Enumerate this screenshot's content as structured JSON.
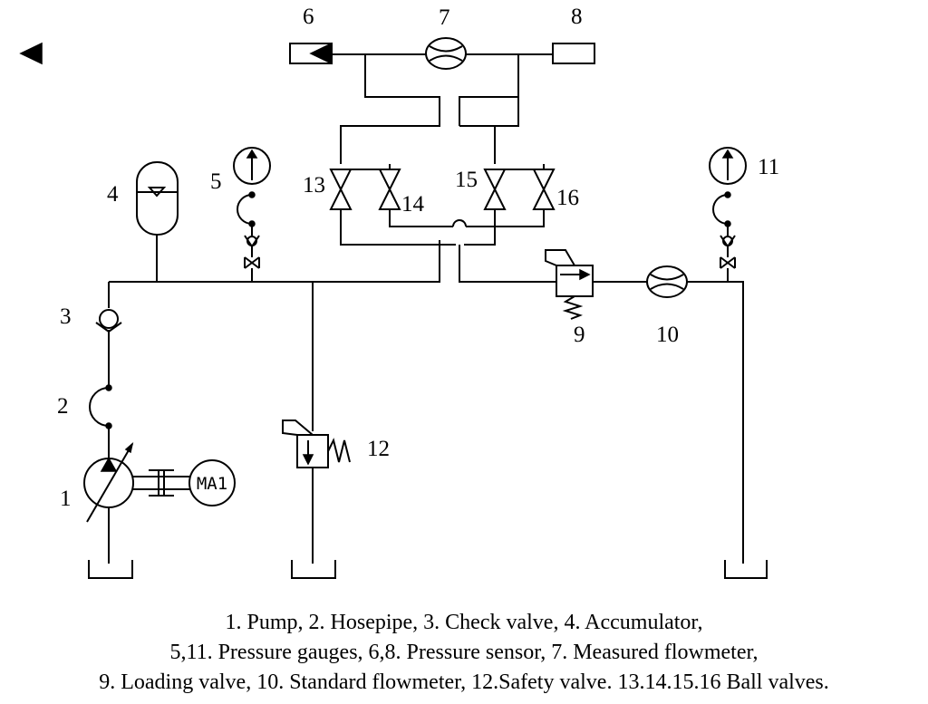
{
  "labels": {
    "pump": "1",
    "hosepipe": "2",
    "check_valve": "3",
    "accumulator": "4",
    "gauge_left": "5",
    "sensor_left": "6",
    "measured_flowmeter": "7",
    "sensor_right": "8",
    "loading_valve": "9",
    "standard_flowmeter": "10",
    "gauge_right": "11",
    "safety_valve": "12",
    "ball_valve_13": "13",
    "ball_valve_14": "14",
    "ball_valve_15": "15",
    "ball_valve_16": "16",
    "motor": "MA1"
  },
  "caption": {
    "line1": "1. Pump,  2. Hosepipe, 3. Check valve, 4. Accumulator,",
    "line2": "5,11. Pressure gauges,         6,8. Pressure sensor, 7. Measured flowmeter,",
    "line3": "9. Loading valve, 10. Standard flowmeter,  12.Safety valve. 13.14.15.16 Ball valves."
  }
}
